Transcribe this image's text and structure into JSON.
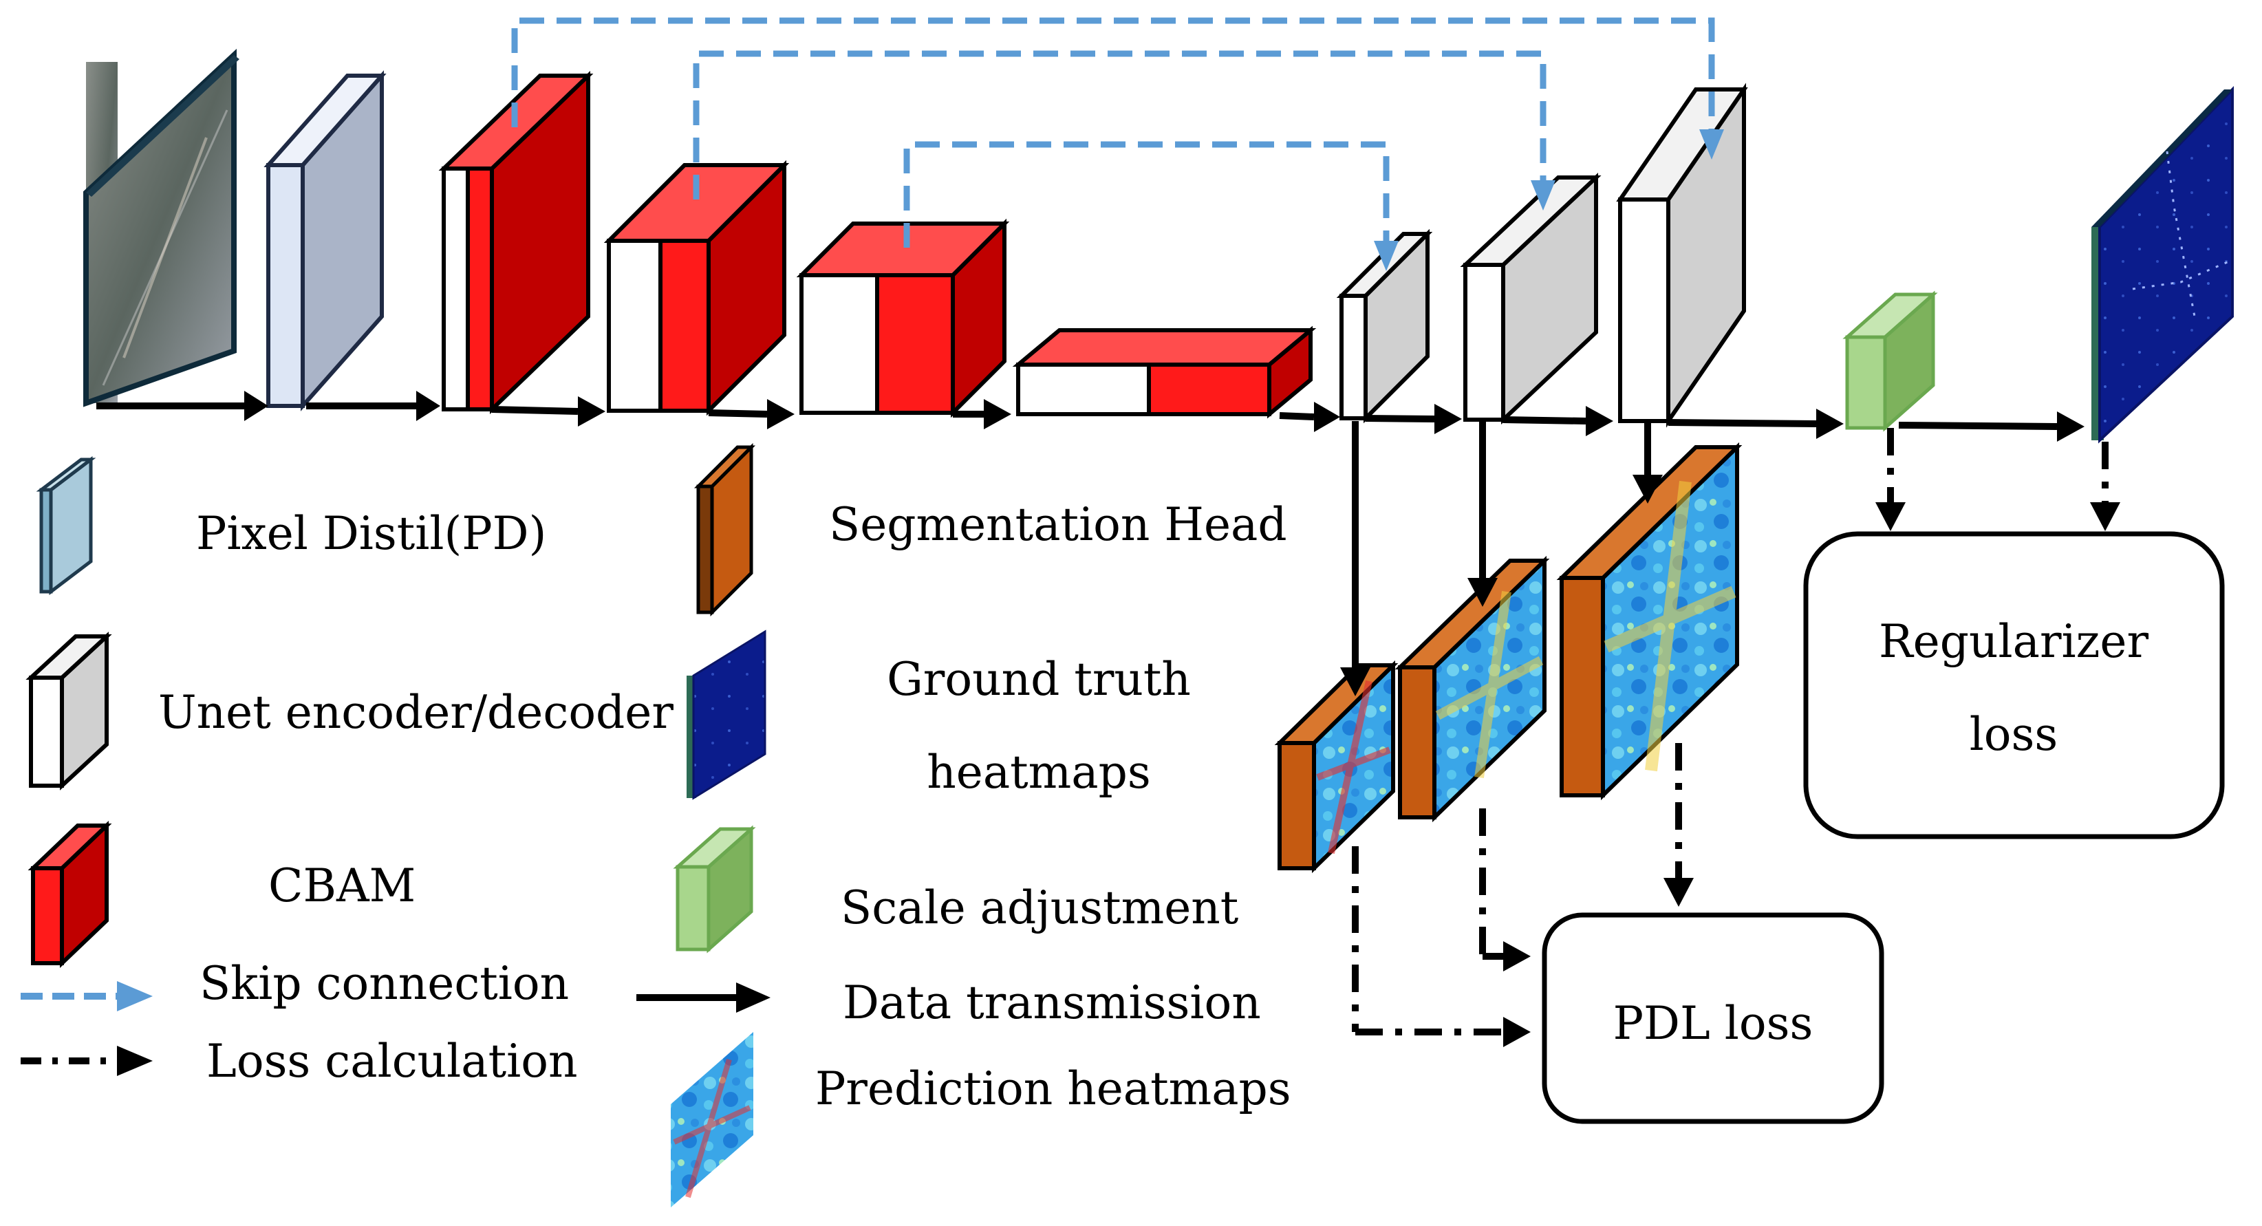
{
  "colors": {
    "skip": "#5b9bd5",
    "cbam_front": "#ff1a1a",
    "cbam_dark": "#c00000",
    "unet_front": "#ffffff",
    "unet_side": "#d0d0d0",
    "pd_front": "#dde6f5",
    "pd_side": "#aab4c8",
    "seg_head": "#c55a11",
    "ground_truth": "#0a1a8a",
    "scale_adj": "#8dc46e"
  },
  "legend": {
    "pixel_distil": "Pixel Distil(PD)",
    "unet": "Unet encoder/decoder",
    "cbam": "CBAM",
    "skip": "Skip connection",
    "loss_calc": "Loss calculation",
    "seg_head": "Segmentation Head",
    "ground_truth_line1": "Ground truth",
    "ground_truth_line2": "heatmaps",
    "scale_adj": "Scale adjustment",
    "data_trans": "Data transmission",
    "pred_heatmaps": "Prediction heatmaps"
  },
  "boxes": {
    "regularizer_line1": "Regularizer",
    "regularizer_line2": "loss",
    "pdl": "PDL loss"
  }
}
